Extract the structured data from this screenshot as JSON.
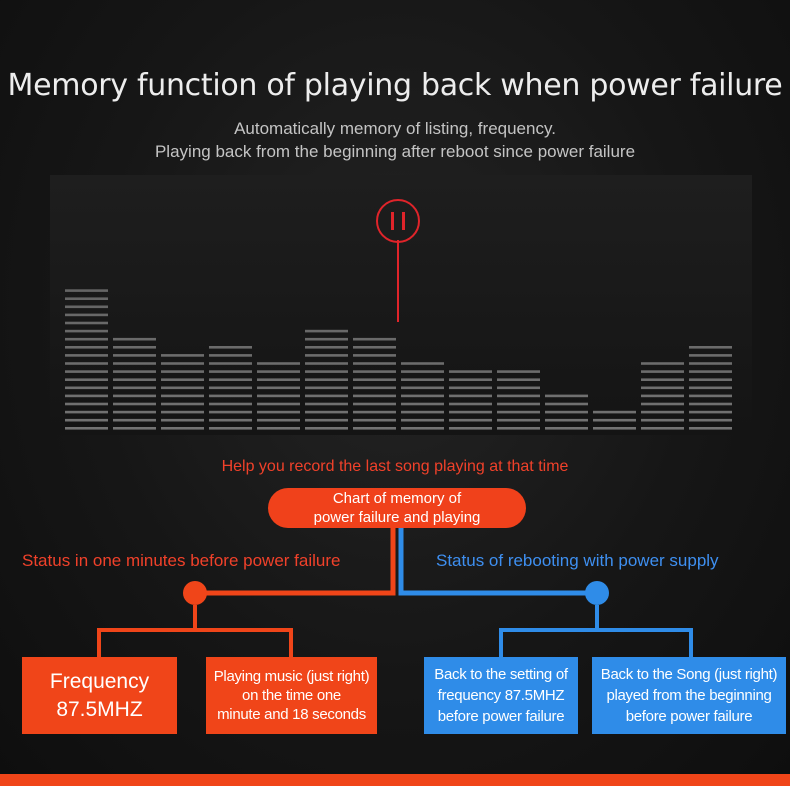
{
  "header": {
    "title": "Memory function of playing back when power failure",
    "subtitle_line1": "Automatically memory of listing, frequency.",
    "subtitle_line2": "Playing back from the beginning after reboot since power failure"
  },
  "equalizer": {
    "pause_icon": "pause-icon",
    "bar_levels": [
      18,
      12,
      10,
      11,
      9,
      13,
      12,
      9,
      8,
      8,
      5,
      3,
      9,
      11
    ],
    "max_level": 20,
    "pause_column": 6,
    "colors": {
      "bar": "#8a8a8a",
      "pause": "#e0242a"
    }
  },
  "diagram": {
    "help_text": "Help you record the last song playing at that time",
    "center_label_line1": "Chart of memory of",
    "center_label_line2": "power failure and playing",
    "left_branch": {
      "label": "Status in one minutes before power failure",
      "color": "#f04519",
      "box1": {
        "line1": "Frequency",
        "line2": "87.5MHZ"
      },
      "box2": {
        "line1": "Playing music (just right)",
        "line2": "on the time one",
        "line3": "minute and 18 seconds"
      }
    },
    "right_branch": {
      "label": "Status of rebooting with power supply",
      "color": "#2f8ce8",
      "box1": {
        "line1": "Back to the setting of",
        "line2": "frequency 87.5MHZ",
        "line3": "before power failure"
      },
      "box2": {
        "line1": "Back to the Song (just right)",
        "line2": "played from the beginning",
        "line3": "before power failure"
      }
    }
  }
}
